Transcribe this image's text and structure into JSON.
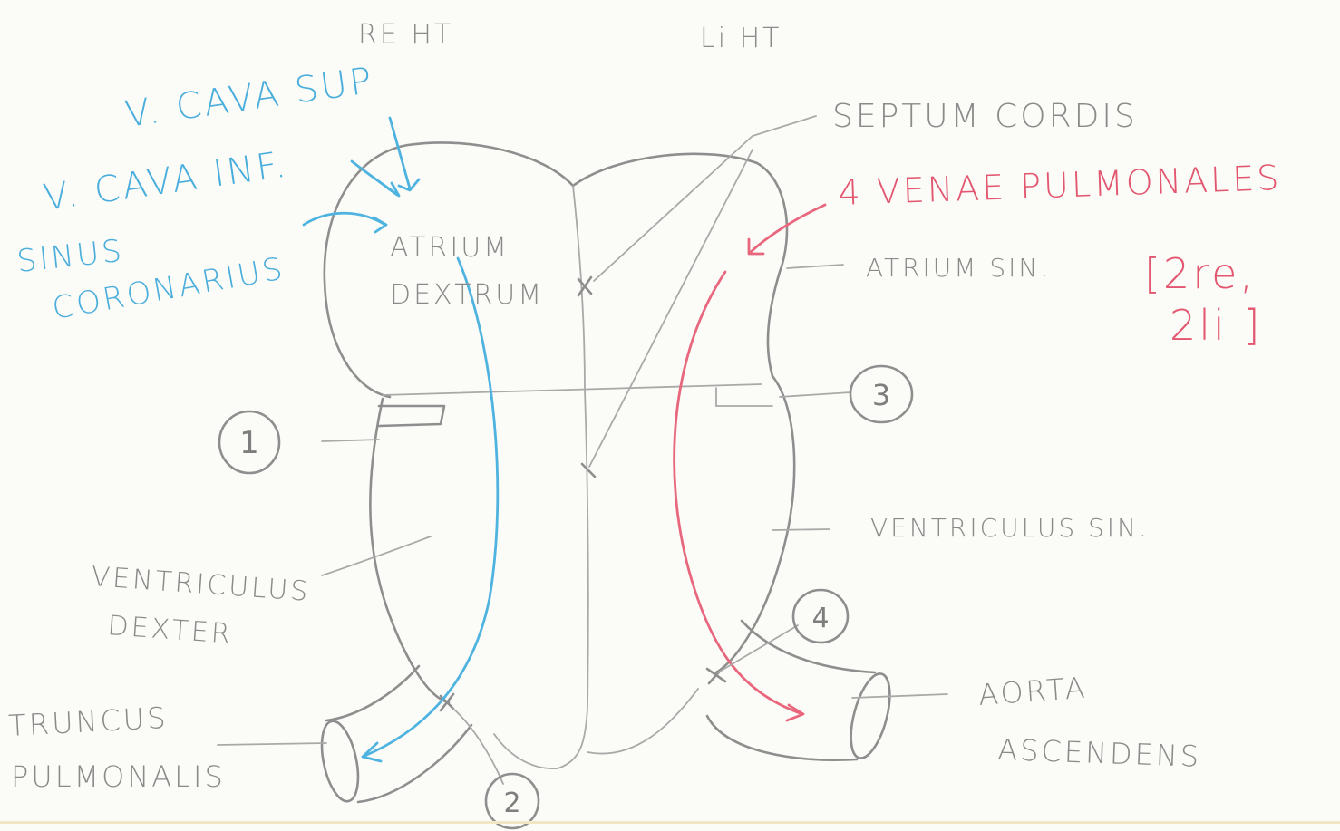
{
  "header": {
    "right_heart": "RE HT",
    "left_heart": "Li HT"
  },
  "blue_labels": {
    "vena_cava_sup": "V. CAVA SUP",
    "vena_cava_inf": "V. CAVA INF.",
    "sinus_line1": "SINUS",
    "sinus_line2": "CORONARIUS"
  },
  "chambers": {
    "atrium_dextrum_line1": "ATRIUM",
    "atrium_dextrum_line2": "DEXTRUM",
    "atrium_sin": "ATRIUM SIN.",
    "ventriculus_sin": "VENTRICULUS SIN.",
    "ventriculus_dexter_line1": "VENTRICULUS",
    "ventriculus_dexter_line2": "DEXTER"
  },
  "septum": "SEPTUM CORDIS",
  "pulmonary_veins": {
    "title": "4 VENAE PULMONALES",
    "bracket_line1": "[2re,",
    "bracket_line2": "2li ]"
  },
  "vessels": {
    "truncus_line1": "TRUNCUS",
    "truncus_line2": "PULMONALIS",
    "aorta_line1": "AORTA",
    "aorta_line2": "ASCENDENS"
  },
  "valve_numbers": [
    "1",
    "2",
    "3",
    "4"
  ],
  "colors": {
    "pencil": "#8e8e8e",
    "deoxygenated": "#4fb3e0",
    "oxygenated": "#e8677d"
  }
}
